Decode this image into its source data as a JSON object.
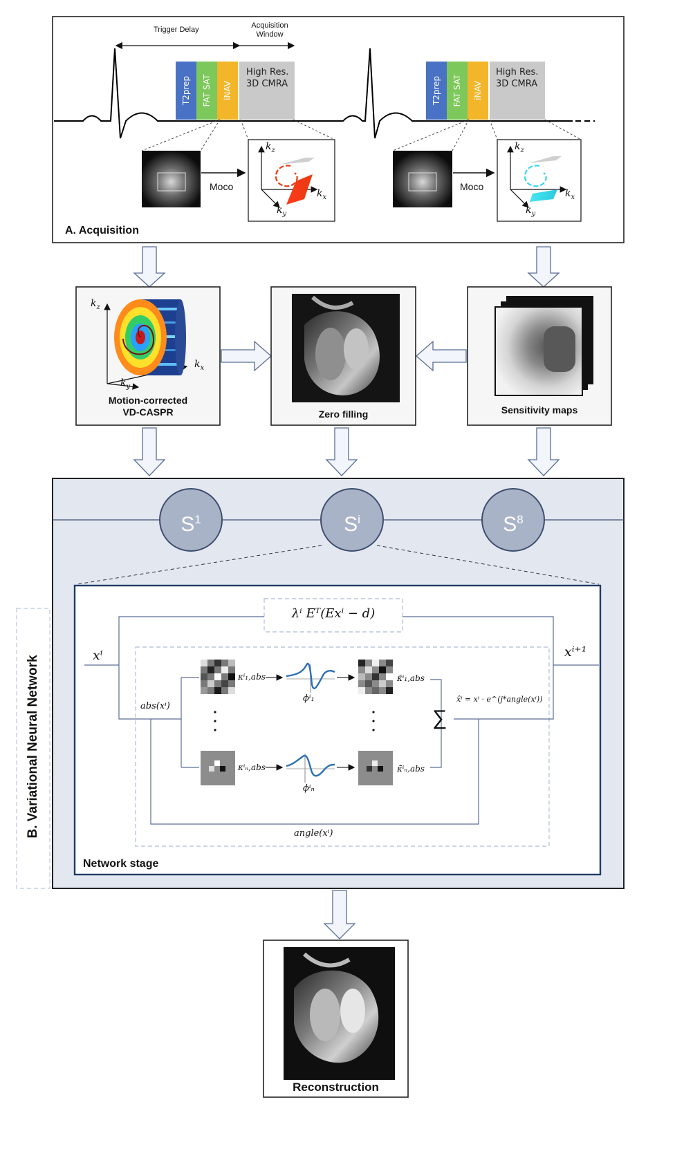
{
  "acquisition": {
    "title": "A. Acquisition",
    "trigger_delay": "Trigger Delay",
    "acq_window_line1": "Acquisition",
    "acq_window_line2": "Window",
    "segments": [
      "T2prep",
      "FAT SAT",
      "iNAV"
    ],
    "high_res_line1": "High Res.",
    "high_res_line2": "3D CMRA",
    "moco": "Moco",
    "kz": "k",
    "kx": "k",
    "ky": "k"
  },
  "colors": {
    "t2prep": "#4a72c4",
    "fatsat": "#7dc85a",
    "inav": "#f3b52a",
    "highres": "#c9c9c9",
    "vnn_bg": "#e3e7f0",
    "stage_fill": "#a9b3c8",
    "stage_border": "#3d4e6e",
    "network_border": "#1f3a66",
    "arrow_fill": "#f2f5fb",
    "arrow_stroke": "#5a6d93"
  },
  "middle": {
    "caspr_line1": "Motion-corrected",
    "caspr_line2": "VD-CASPR",
    "zero_filling": "Zero filling",
    "sensitivity_maps": "Sensitivity maps"
  },
  "vnn": {
    "title": "B. Variational Neural Network",
    "stages": [
      {
        "base": "S",
        "sup": "1"
      },
      {
        "base": "S",
        "sup": "i"
      },
      {
        "base": "S",
        "sup": "8"
      }
    ],
    "network_stage": "Network stage",
    "data_term": "λⁱ Eᵀ(Exⁱ − d)",
    "x_in": "xⁱ",
    "x_out": "xⁱ⁺¹",
    "abs": "abs(xⁱ)",
    "angle": "angle(xⁱ)",
    "k1": "κⁱ₁,abs",
    "kn": "κⁱₙ,abs",
    "k1b": "κ̄ⁱ₁,abs",
    "knb": "κ̄ⁱₙ,abs",
    "phi1": "ϕⁱ₁",
    "phin": "ϕⁱₙ",
    "sum": "∑",
    "output_formula": "x̂ⁱ = xⁱ · e^(j*angle(xⁱ))"
  },
  "output": {
    "reconstruction": "Reconstruction"
  }
}
